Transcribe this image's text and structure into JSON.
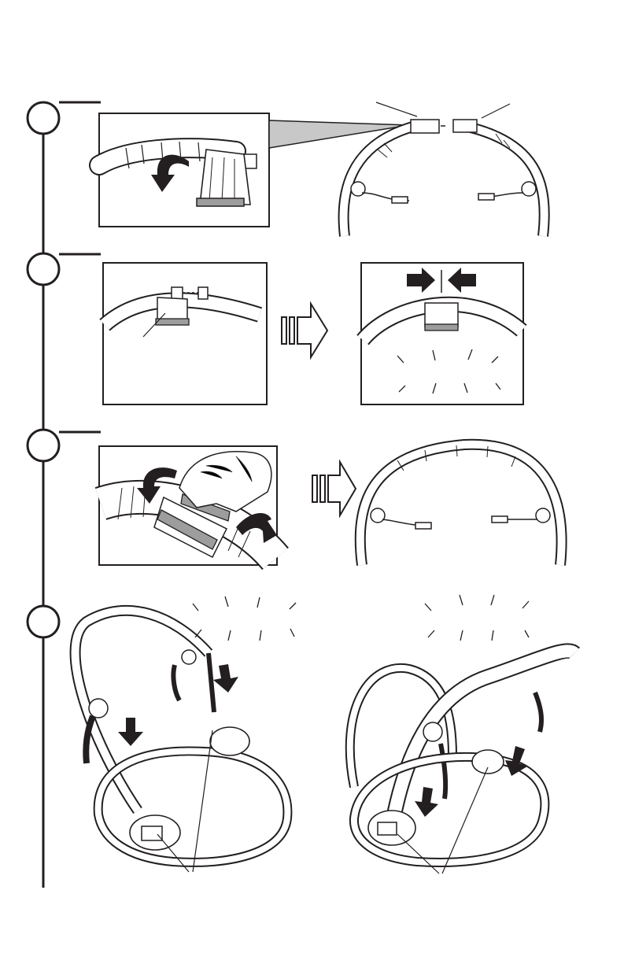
{
  "document": {
    "type": "assembly-instructions",
    "steps": [
      {
        "number": "",
        "panels": [
          "velcro-strap-fold-closeup",
          "frame-arch-halves-with-toy-bar-mounts"
        ]
      },
      {
        "number": "",
        "panels": [
          "align-arch-ends-with-sleeve",
          "arch-ends-pushed-together-snap"
        ]
      },
      {
        "number": "",
        "panels": [
          "hand-wrapping-velcro-strap",
          "joined-arch-assembled"
        ]
      },
      {
        "number": "",
        "panels": [
          "insert-arch-legs-into-base-left",
          "insert-arch-legs-into-base-right"
        ]
      }
    ]
  },
  "colors": {
    "line": "#231f20",
    "strap_fill": "#9d9d9d",
    "callout_fill": "#c8c8c8",
    "arrow_fill": "#231f20"
  }
}
